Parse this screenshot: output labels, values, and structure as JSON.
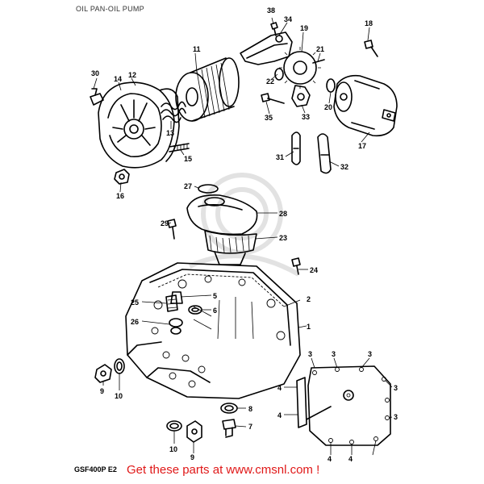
{
  "header": {
    "title": "OIL PAN-OIL PUMP"
  },
  "footer": {
    "model_code": "GSF400P  E2",
    "promo_text": "Get these parts at www.cmsnl.com !"
  },
  "callouts": {
    "c1": "1",
    "c2": "2",
    "c3_a": "3",
    "c3_b": "3",
    "c3_c": "3",
    "c3_d": "3",
    "c3_e": "3",
    "c4_a": "4",
    "c4_b": "4",
    "c4_c": "4",
    "c4_d": "4",
    "c5": "5",
    "c6": "6",
    "c7": "7",
    "c8": "8",
    "c9_a": "9",
    "c9_b": "9",
    "c10_a": "10",
    "c10_b": "10",
    "c11": "11",
    "c12": "12",
    "c13": "13",
    "c14": "14",
    "c15": "15",
    "c16": "16",
    "c17": "17",
    "c18": "18",
    "c19": "19",
    "c20": "20",
    "c21": "21",
    "c22": "22",
    "c23": "23",
    "c24": "24",
    "c25": "25",
    "c26": "26",
    "c27": "27",
    "c28": "28",
    "c29": "29",
    "c30": "30",
    "c31": "31",
    "c32": "32",
    "c33": "33",
    "c34": "34",
    "c35": "35",
    "c38": "38"
  }
}
